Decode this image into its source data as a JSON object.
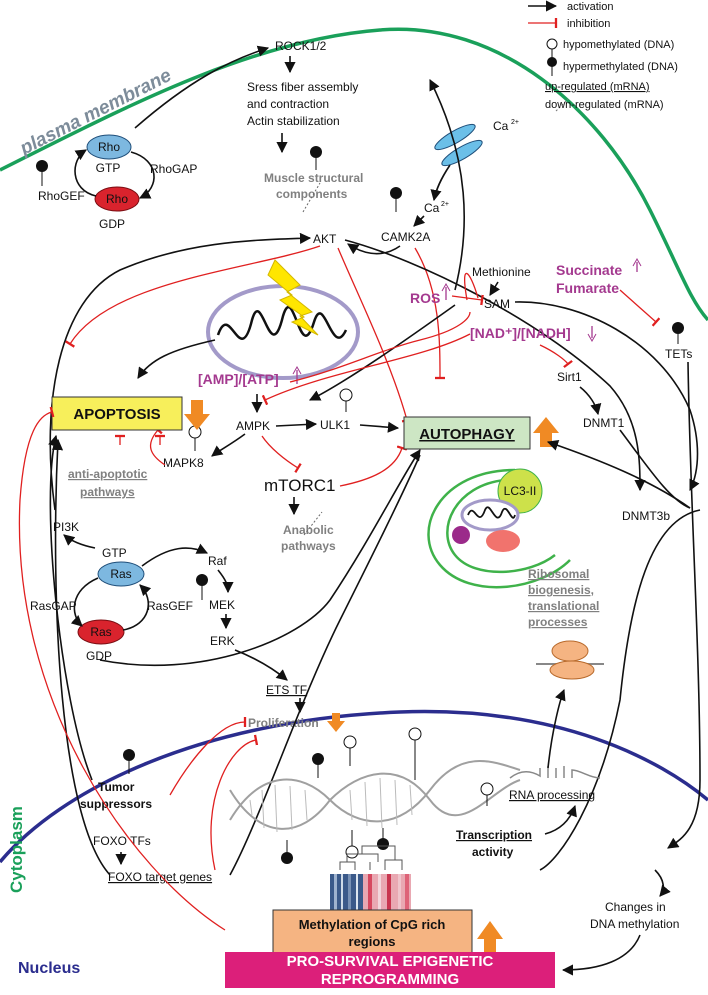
{
  "legend": {
    "activation": "activation",
    "inhibition": "inhibition",
    "hypomethylated": "hypomethylated (DNA)",
    "hypermethylated": "hypermethylated (DNA)",
    "upregulated": "up-regulated (mRNA)",
    "downregulated": "down-regulated (mRNA)"
  },
  "compartments": {
    "membrane": "plasma membrane",
    "cytoplasm": "Cytoplasm",
    "nucleus": "Nucleus"
  },
  "nodes": {
    "rock": "ROCK1/2",
    "stress1": "Sress fiber assembly",
    "stress2": "and contraction",
    "stress3": "Actin stabilization",
    "muscle1": "Muscle structural",
    "muscle2": "components",
    "rho_top": "Rho",
    "rho_bottom": "Rho",
    "gtp_rho": "GTP",
    "gdp_rho": "GDP",
    "rhogef": "RhoGEF",
    "rhogap": "RhoGAP",
    "ca_top": "Ca",
    "ca_mid": "Ca",
    "ca_sup": "2+",
    "camk2a": "CAMK2A",
    "akt": "AKT",
    "ros": "ROS",
    "methionine": "Methionine",
    "sam": "SAM",
    "succinate": "Succinate",
    "fumarate": "Fumarate",
    "nad": "[NAD⁺]/[NADH]",
    "tets": "TETs",
    "sirt1": "Sirt1",
    "dnmt1": "DNMT1",
    "dnmt3b": "DNMT3b",
    "amp": "[AMP]/[ATP]",
    "ampk": "AMPK",
    "ulk1": "ULK1",
    "autophagy": "AUTOPHAGY",
    "apoptosis": "APOPTOSIS",
    "mapk8": "MAPK8",
    "mtorc1": "mTORC1",
    "anti1": "anti-apoptotic",
    "anti2": "pathways",
    "anab1": "Anabolic",
    "anab2": "pathways",
    "lc3": "LC3-II",
    "ribo1": "Ribosomal",
    "ribo2": "biogenesis,",
    "ribo3": "translational",
    "ribo4": "processes",
    "pi3k": "PI3K",
    "gtp_ras": "GTP",
    "gdp_ras": "GDP",
    "ras_top": "Ras",
    "ras_bottom": "Ras",
    "rasgap": "RasGAP",
    "rasgef": "RasGEF",
    "raf": "Raf",
    "mek": "MEK",
    "erk": "ERK",
    "ets": "ETS TF",
    "prolif": "Proliferation",
    "tumor1": "Tumor",
    "tumor2": "suppressors",
    "foxo": "FOXO TFs",
    "foxo_target": "FOXO target genes",
    "rna": "RNA processing",
    "trans1": "Transcription",
    "trans2": "activity",
    "changes1": "Changes in",
    "changes2": "DNA methylation",
    "methyl1": "Methylation of CpG rich",
    "methyl2": "regions",
    "reprog1": "PRO-SURVIVAL EPIGENETIC",
    "reprog2": "REPROGRAMMING"
  },
  "colors": {
    "membrane": "#1aa05a",
    "nucleus": "#2b2d8e",
    "inhibition": "#e02020",
    "purple": "#a4398f",
    "orange": "#f08a24",
    "apoptosis_box": "#f7ef5b",
    "autophagy_box": "#cde6c4",
    "methyl_box": "#f5b482",
    "reprog_box": "#dc1f7a",
    "rho_gtp": "#7db8e0",
    "rho_gdp": "#d9232d"
  }
}
